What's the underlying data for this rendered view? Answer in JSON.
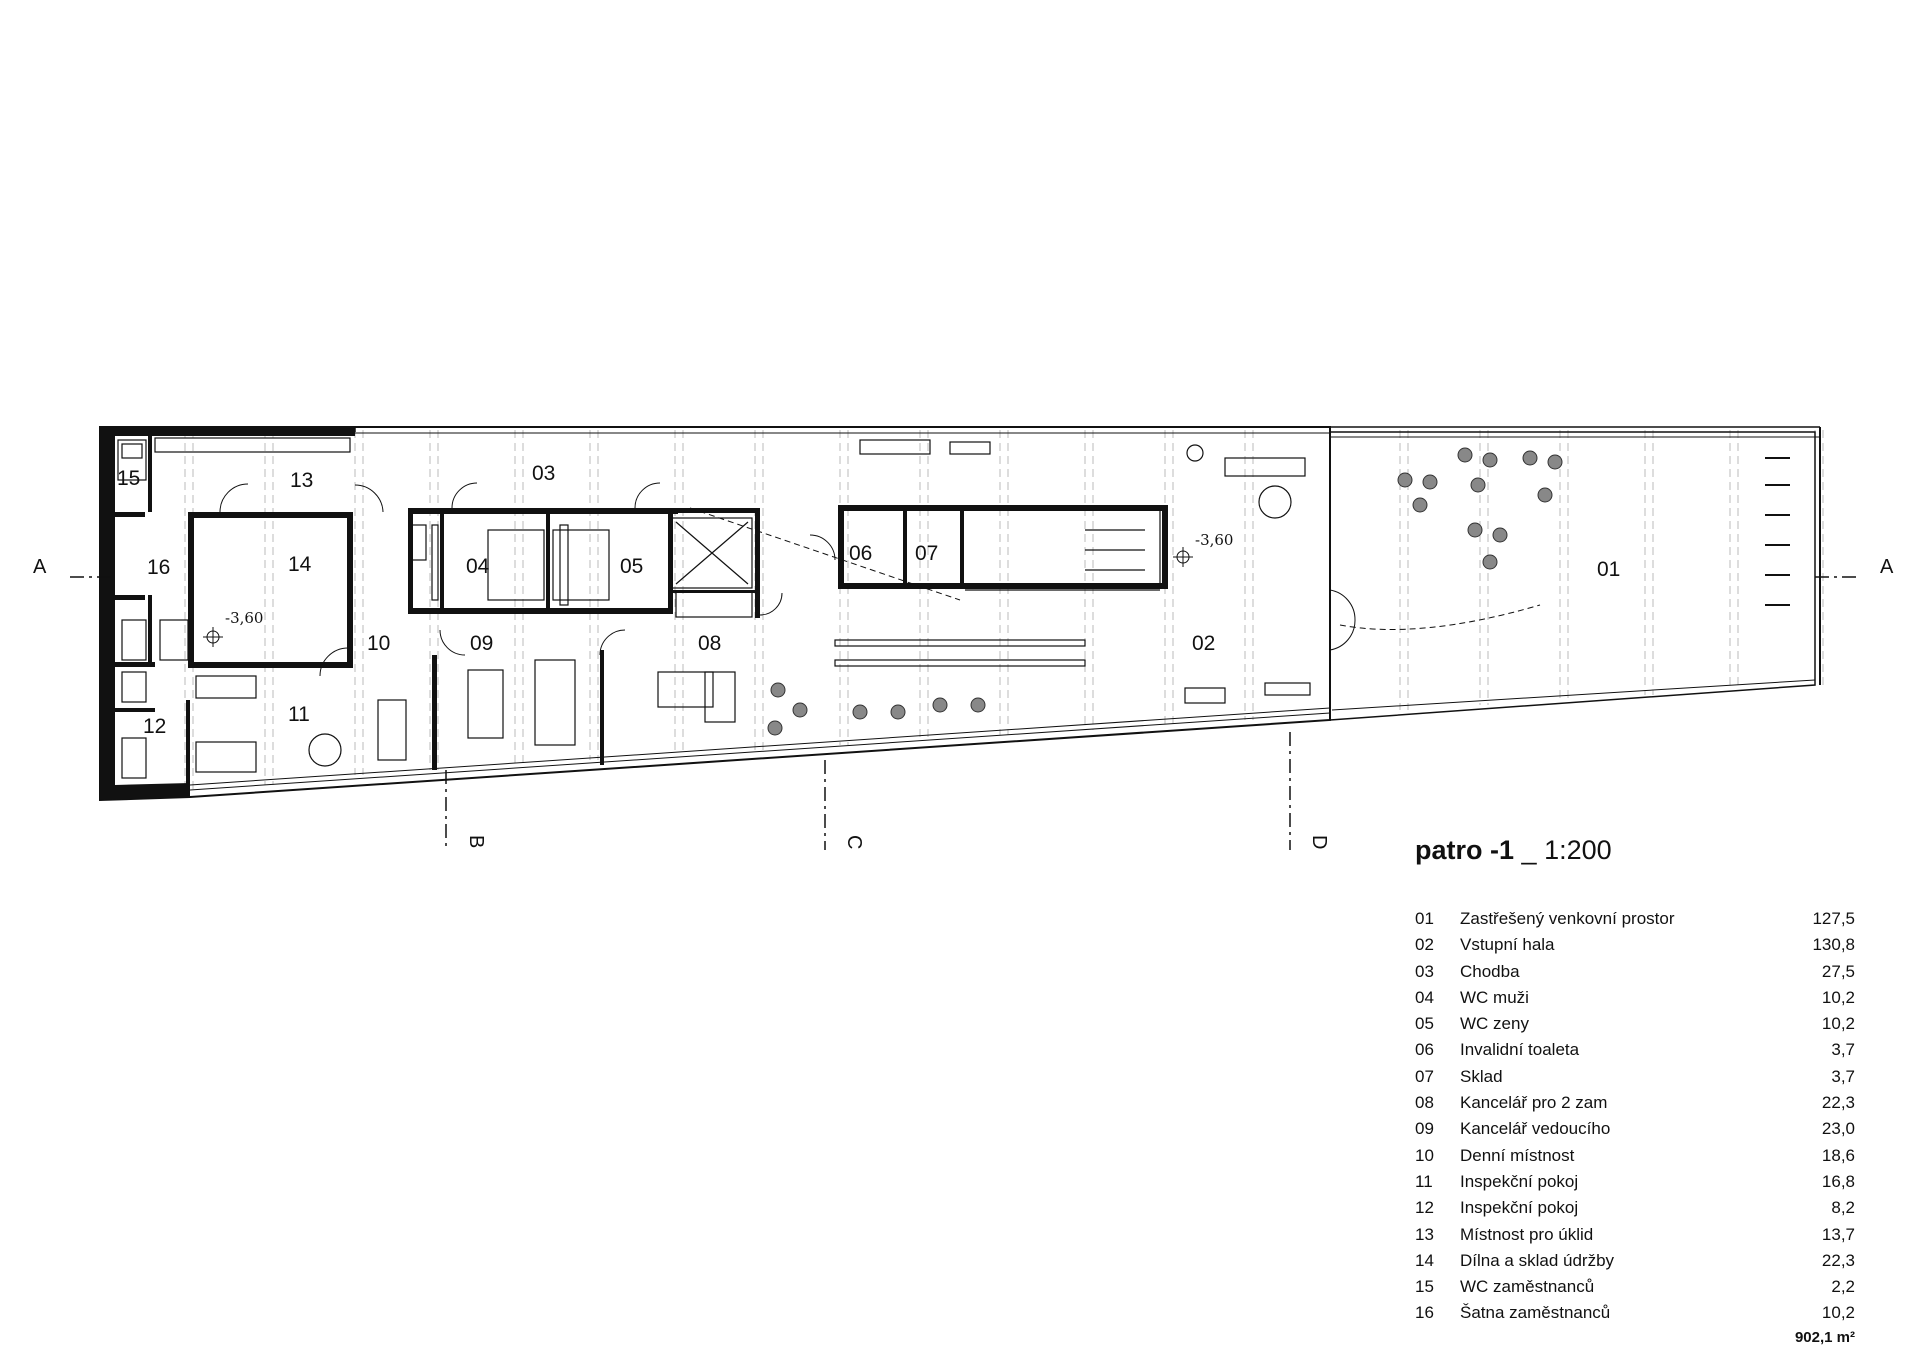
{
  "sheet": {
    "title_bold": "patro -1",
    "title_sep": "_",
    "scale": "1:200",
    "total_area": "902,1 m²"
  },
  "level_marks": [
    "-3,60",
    "-3,60"
  ],
  "section_marks": {
    "A": "A",
    "B": "B",
    "C": "C",
    "D": "D"
  },
  "rooms": [
    {
      "num": "01",
      "name": "Zastřešený venkovní prostor",
      "area": "127,5"
    },
    {
      "num": "02",
      "name": "Vstupní hala",
      "area": "130,8"
    },
    {
      "num": "03",
      "name": "Chodba",
      "area": "27,5"
    },
    {
      "num": "04",
      "name": "WC muži",
      "area": "10,2"
    },
    {
      "num": "05",
      "name": "WC zeny",
      "area": "10,2"
    },
    {
      "num": "06",
      "name": "Invalidní toaleta",
      "area": "3,7"
    },
    {
      "num": "07",
      "name": "Sklad",
      "area": "3,7"
    },
    {
      "num": "08",
      "name": "Kancelář pro 2 zam",
      "area": "22,3"
    },
    {
      "num": "09",
      "name": "Kancelář vedoucího",
      "area": "23,0"
    },
    {
      "num": "10",
      "name": "Denní místnost",
      "area": "18,6"
    },
    {
      "num": "11",
      "name": "Inspekční pokoj",
      "area": "16,8"
    },
    {
      "num": "12",
      "name": "Inspekční pokoj",
      "area": "8,2"
    },
    {
      "num": "13",
      "name": "Místnost pro úklid",
      "area": "13,7"
    },
    {
      "num": "14",
      "name": "Dílna a sklad údržby",
      "area": "22,3"
    },
    {
      "num": "15",
      "name": "WC zaměstnanců",
      "area": "2,2"
    },
    {
      "num": "16",
      "name": "Šatna zaměstnanců",
      "area": "10,2"
    }
  ]
}
